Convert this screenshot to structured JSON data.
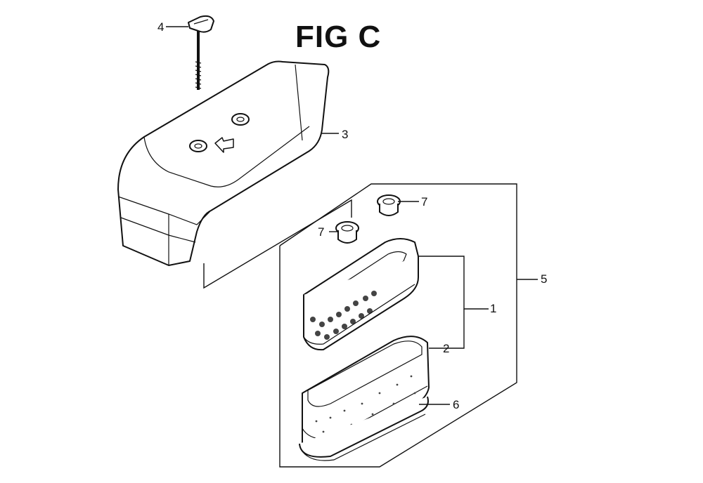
{
  "title": "FIG C",
  "callouts": {
    "c1": "1",
    "c2": "2",
    "c3": "3",
    "c4": "4",
    "c5": "5",
    "c6": "6",
    "c7a": "7",
    "c7b": "7"
  }
}
